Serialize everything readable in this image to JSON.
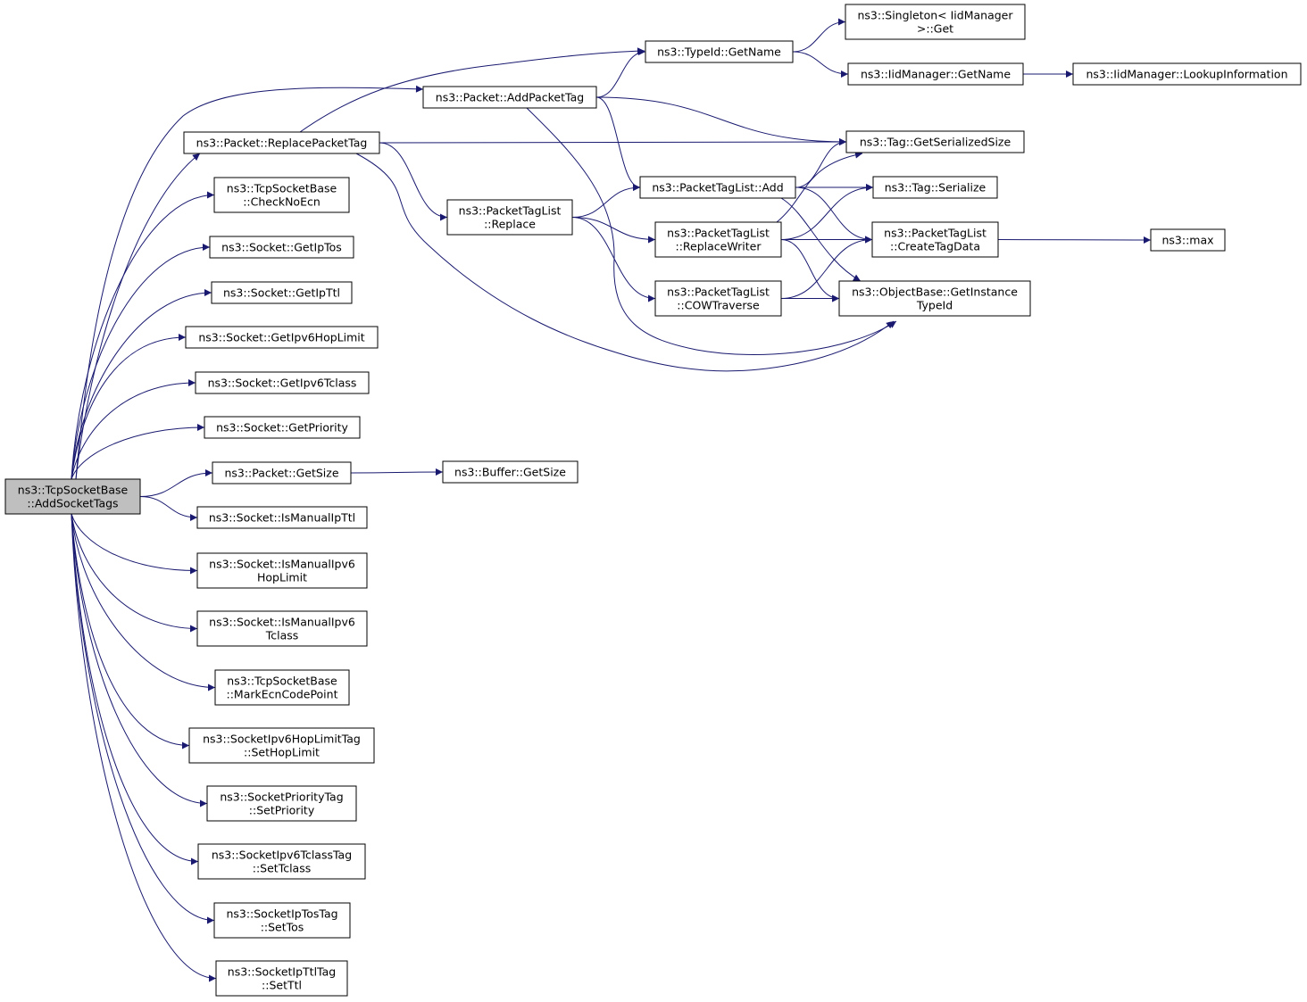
{
  "graph": {
    "edge_color": "#191970",
    "root_fill": "#bfbfbf",
    "nodes": [
      {
        "id": "root",
        "lines": [
          "ns3::TcpSocketBase",
          "::AddSocketTags"
        ]
      },
      {
        "id": "replacePacketTag",
        "lines": [
          "ns3::Packet::ReplacePacketTag"
        ]
      },
      {
        "id": "addPacketTag",
        "lines": [
          "ns3::Packet::AddPacketTag"
        ]
      },
      {
        "id": "checkNoEcn",
        "lines": [
          "ns3::TcpSocketBase",
          "::CheckNoEcn"
        ]
      },
      {
        "id": "getIpTos",
        "lines": [
          "ns3::Socket::GetIpTos"
        ]
      },
      {
        "id": "getIpTtl",
        "lines": [
          "ns3::Socket::GetIpTtl"
        ]
      },
      {
        "id": "getIpv6HopLimit",
        "lines": [
          "ns3::Socket::GetIpv6HopLimit"
        ]
      },
      {
        "id": "getIpv6Tclass",
        "lines": [
          "ns3::Socket::GetIpv6Tclass"
        ]
      },
      {
        "id": "getPriority",
        "lines": [
          "ns3::Socket::GetPriority"
        ]
      },
      {
        "id": "packetGetSize",
        "lines": [
          "ns3::Packet::GetSize"
        ]
      },
      {
        "id": "isManualIpTtl",
        "lines": [
          "ns3::Socket::IsManualIpTtl"
        ]
      },
      {
        "id": "isManualIpv6HopLimit",
        "lines": [
          "ns3::Socket::IsManualIpv6",
          "HopLimit"
        ]
      },
      {
        "id": "isManualIpv6Tclass",
        "lines": [
          "ns3::Socket::IsManualIpv6",
          "Tclass"
        ]
      },
      {
        "id": "markEcnCodePoint",
        "lines": [
          "ns3::TcpSocketBase",
          "::MarkEcnCodePoint"
        ]
      },
      {
        "id": "setHopLimit",
        "lines": [
          "ns3::SocketIpv6HopLimitTag",
          "::SetHopLimit"
        ]
      },
      {
        "id": "setPriority",
        "lines": [
          "ns3::SocketPriorityTag",
          "::SetPriority"
        ]
      },
      {
        "id": "setTclass",
        "lines": [
          "ns3::SocketIpv6TclassTag",
          "::SetTclass"
        ]
      },
      {
        "id": "setTos",
        "lines": [
          "ns3::SocketIpTosTag",
          "::SetTos"
        ]
      },
      {
        "id": "setTtl",
        "lines": [
          "ns3::SocketIpTtlTag",
          "::SetTtl"
        ]
      },
      {
        "id": "typeIdGetName",
        "lines": [
          "ns3::TypeId::GetName"
        ]
      },
      {
        "id": "packetTagListReplace",
        "lines": [
          "ns3::PacketTagList",
          "::Replace"
        ]
      },
      {
        "id": "packetTagListAdd",
        "lines": [
          "ns3::PacketTagList::Add"
        ]
      },
      {
        "id": "replaceWriter",
        "lines": [
          "ns3::PacketTagList",
          "::ReplaceWriter"
        ]
      },
      {
        "id": "cowTraverse",
        "lines": [
          "ns3::PacketTagList",
          "::COWTraverse"
        ]
      },
      {
        "id": "bufferGetSize",
        "lines": [
          "ns3::Buffer::GetSize"
        ]
      },
      {
        "id": "singletonGet",
        "lines": [
          "ns3::Singleton< IidManager",
          " >::Get"
        ]
      },
      {
        "id": "iidGetName",
        "lines": [
          "ns3::IidManager::GetName"
        ]
      },
      {
        "id": "lookupInformation",
        "lines": [
          "ns3::IidManager::LookupInformation"
        ]
      },
      {
        "id": "tagGetSerializedSize",
        "lines": [
          "ns3::Tag::GetSerializedSize"
        ]
      },
      {
        "id": "tagSerialize",
        "lines": [
          "ns3::Tag::Serialize"
        ]
      },
      {
        "id": "createTagData",
        "lines": [
          "ns3::PacketTagList",
          "::CreateTagData"
        ]
      },
      {
        "id": "max",
        "lines": [
          "ns3::max"
        ]
      },
      {
        "id": "getInstanceTypeId",
        "lines": [
          "ns3::ObjectBase::GetInstance",
          "TypeId"
        ]
      }
    ],
    "edges": [
      [
        "root",
        "replacePacketTag"
      ],
      [
        "root",
        "addPacketTag"
      ],
      [
        "root",
        "checkNoEcn"
      ],
      [
        "root",
        "getIpTos"
      ],
      [
        "root",
        "getIpTtl"
      ],
      [
        "root",
        "getIpv6HopLimit"
      ],
      [
        "root",
        "getIpv6Tclass"
      ],
      [
        "root",
        "getPriority"
      ],
      [
        "root",
        "packetGetSize"
      ],
      [
        "root",
        "isManualIpTtl"
      ],
      [
        "root",
        "isManualIpv6HopLimit"
      ],
      [
        "root",
        "isManualIpv6Tclass"
      ],
      [
        "root",
        "markEcnCodePoint"
      ],
      [
        "root",
        "setHopLimit"
      ],
      [
        "root",
        "setPriority"
      ],
      [
        "root",
        "setTclass"
      ],
      [
        "root",
        "setTos"
      ],
      [
        "root",
        "setTtl"
      ],
      [
        "replacePacketTag",
        "typeIdGetName"
      ],
      [
        "replacePacketTag",
        "tagGetSerializedSize"
      ],
      [
        "replacePacketTag",
        "packetTagListReplace"
      ],
      [
        "replacePacketTag",
        "getInstanceTypeId"
      ],
      [
        "addPacketTag",
        "typeIdGetName"
      ],
      [
        "addPacketTag",
        "tagGetSerializedSize"
      ],
      [
        "addPacketTag",
        "packetTagListAdd"
      ],
      [
        "addPacketTag",
        "getInstanceTypeId"
      ],
      [
        "packetGetSize",
        "bufferGetSize"
      ],
      [
        "typeIdGetName",
        "singletonGet"
      ],
      [
        "typeIdGetName",
        "iidGetName"
      ],
      [
        "iidGetName",
        "lookupInformation"
      ],
      [
        "packetTagListReplace",
        "packetTagListAdd"
      ],
      [
        "packetTagListReplace",
        "replaceWriter"
      ],
      [
        "packetTagListReplace",
        "cowTraverse"
      ],
      [
        "packetTagListAdd",
        "tagGetSerializedSize"
      ],
      [
        "packetTagListAdd",
        "tagSerialize"
      ],
      [
        "packetTagListAdd",
        "createTagData"
      ],
      [
        "packetTagListAdd",
        "getInstanceTypeId"
      ],
      [
        "replaceWriter",
        "tagGetSerializedSize"
      ],
      [
        "replaceWriter",
        "tagSerialize"
      ],
      [
        "replaceWriter",
        "createTagData"
      ],
      [
        "replaceWriter",
        "getInstanceTypeId"
      ],
      [
        "cowTraverse",
        "createTagData"
      ],
      [
        "cowTraverse",
        "getInstanceTypeId"
      ],
      [
        "createTagData",
        "max"
      ]
    ]
  }
}
